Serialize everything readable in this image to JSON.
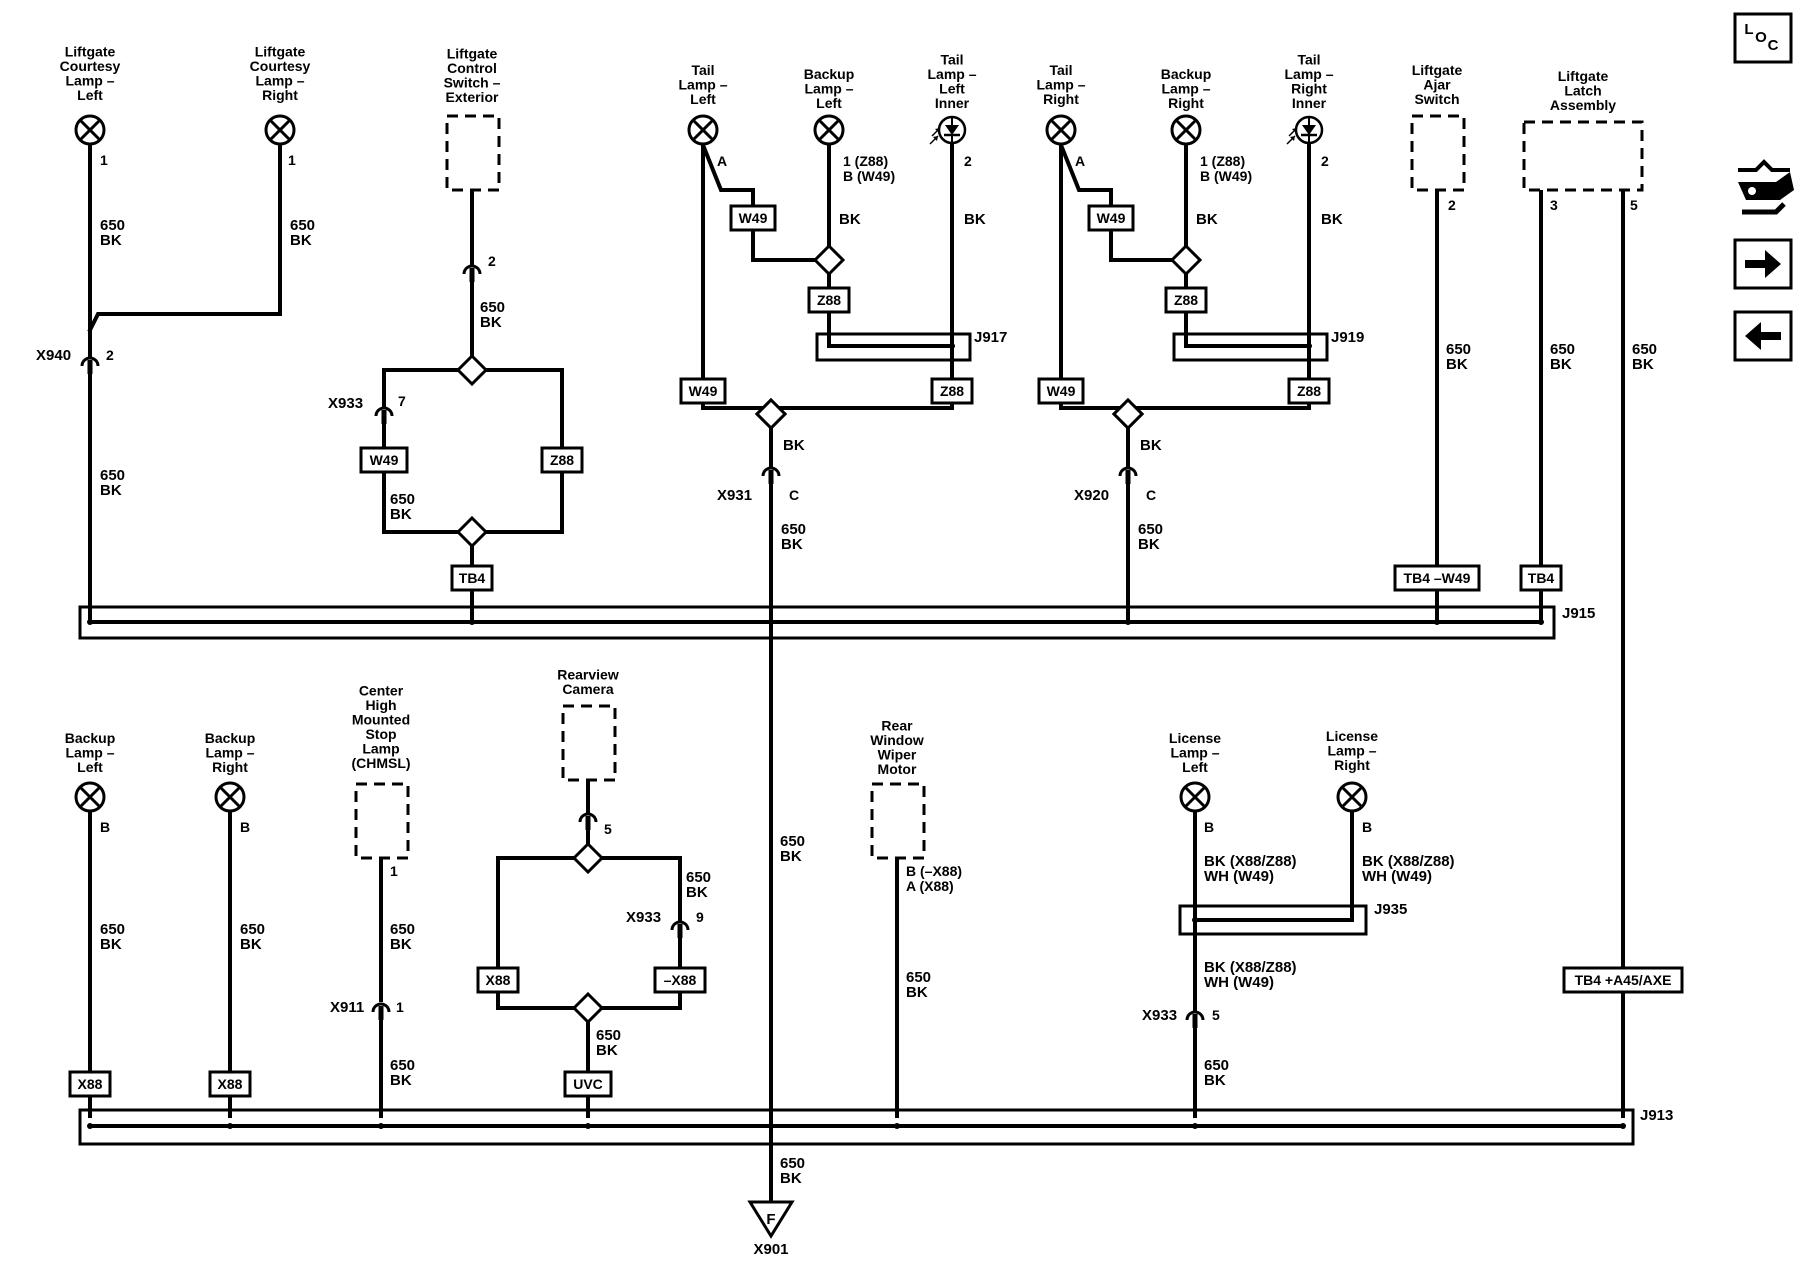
{
  "components": {
    "courtesy_left": [
      "Liftgate",
      "Courtesy",
      "Lamp –",
      "Left"
    ],
    "courtesy_right": [
      "Liftgate",
      "Courtesy",
      "Lamp –",
      "Right"
    ],
    "control_switch": [
      "Liftgate",
      "Control",
      "Switch –",
      "Exterior"
    ],
    "tail_left": [
      "Tail",
      "Lamp –",
      "Left"
    ],
    "backup_left_top": [
      "Backup",
      "Lamp –",
      "Left"
    ],
    "tail_left_inner": [
      "Tail",
      "Lamp –",
      "Left",
      "Inner"
    ],
    "tail_right": [
      "Tail",
      "Lamp –",
      "Right"
    ],
    "backup_right_top": [
      "Backup",
      "Lamp –",
      "Right"
    ],
    "tail_right_inner": [
      "Tail",
      "Lamp –",
      "Right",
      "Inner"
    ],
    "ajar_switch": [
      "Liftgate",
      "Ajar",
      "Switch"
    ],
    "latch_assembly": [
      "Liftgate",
      "Latch",
      "Assembly"
    ],
    "backup_left_bottom": [
      "Backup",
      "Lamp –",
      "Left"
    ],
    "backup_right_bottom": [
      "Backup",
      "Lamp –",
      "Right"
    ],
    "chmsl": [
      "Center",
      "High",
      "Mounted",
      "Stop",
      "Lamp",
      "(CHMSL)"
    ],
    "rearview_camera": [
      "Rearview",
      "Camera"
    ],
    "wiper_motor": [
      "Rear",
      "Window",
      "Wiper",
      "Motor"
    ],
    "license_left": [
      "License",
      "Lamp –",
      "Left"
    ],
    "license_right": [
      "License",
      "Lamp –",
      "Right"
    ]
  },
  "wires": {
    "w650": "650",
    "bk": "BK",
    "bk_mult": "BK (X88/Z88)",
    "wh_w49": "WH (W49)"
  },
  "pins": {
    "p1": "1",
    "p2": "2",
    "p3": "3",
    "p5": "5",
    "p7": "7",
    "p9": "9",
    "pA": "A",
    "pB": "B",
    "pC": "C",
    "p1z88": "1 (Z88)",
    "pBw49": "B (W49)",
    "pBx88n": "B (–X88)",
    "pAx88": "A (X88)"
  },
  "connectors": {
    "x940": "X940",
    "x933": "X933",
    "x931": "X931",
    "x920": "X920",
    "x911": "X911",
    "x901": "X901",
    "j917": "J917",
    "j919": "J919",
    "j915": "J915",
    "j913": "J913",
    "j935": "J935",
    "ground_f": "F"
  },
  "options": {
    "w49": "W49",
    "z88": "Z88",
    "tb4": "TB4",
    "tb4_w49": "TB4 –W49",
    "x88": "X88",
    "neg_x88": "–X88",
    "uvc": "UVC",
    "tb4_a45": "TB4 +A45/AXE"
  },
  "nav": {
    "loc": [
      "L",
      "O",
      "C"
    ],
    "schematic_icon": "connector-schematic-icon",
    "next_icon": "arrow-right-icon",
    "prev_icon": "arrow-left-icon"
  }
}
